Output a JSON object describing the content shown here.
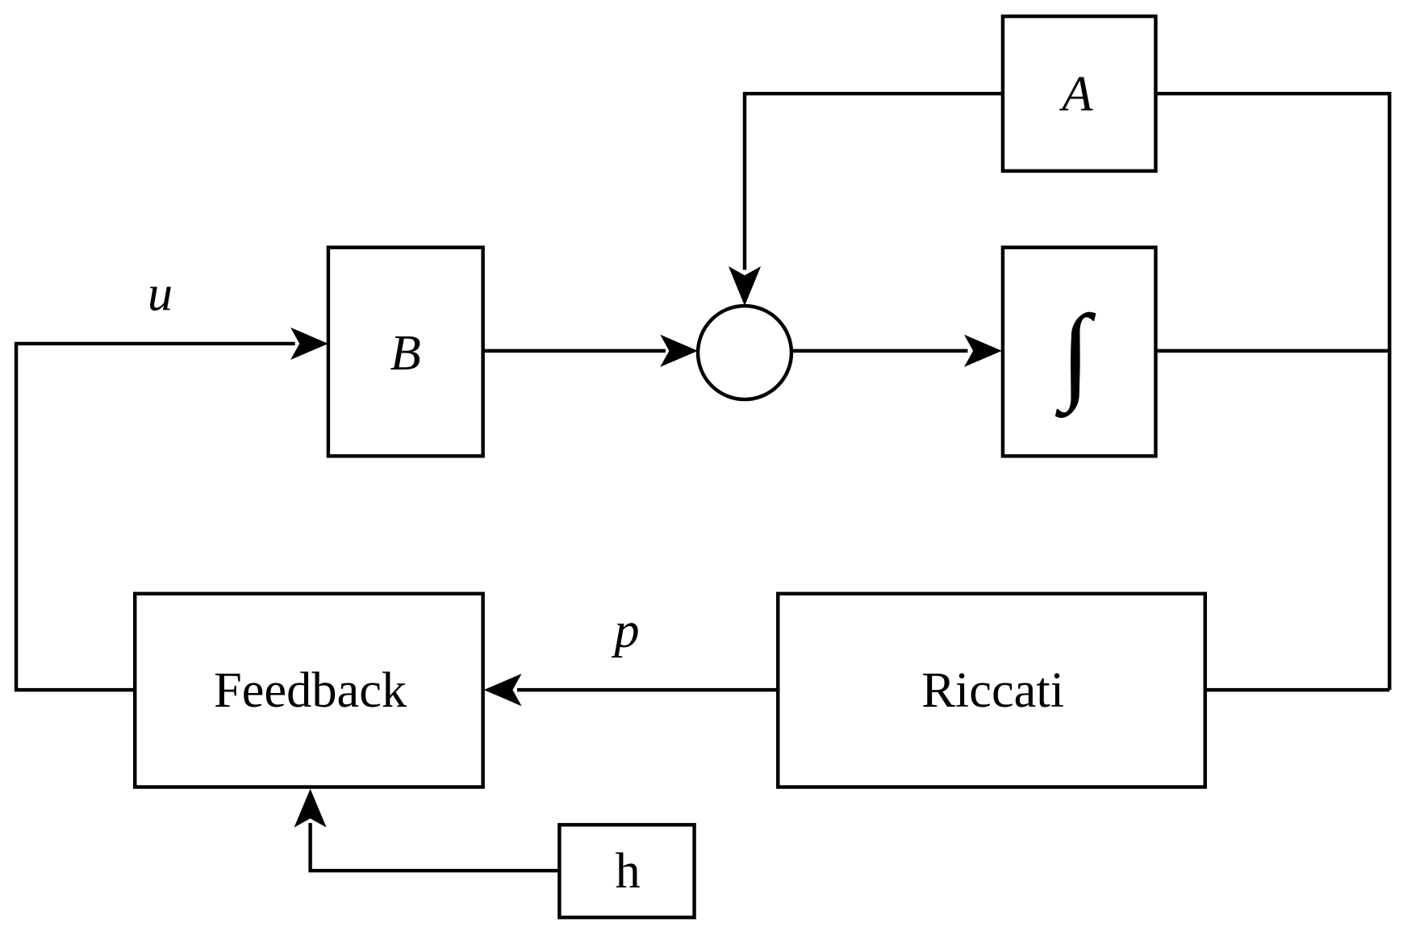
{
  "blocks": {
    "a": "A",
    "b": "B",
    "integrator": "∫",
    "feedback": "Feedback",
    "riccati": "Riccati",
    "h": "h"
  },
  "signals": {
    "u": "u",
    "p": "p"
  },
  "colors": {
    "line": "#000000",
    "background": "#ffffff"
  }
}
